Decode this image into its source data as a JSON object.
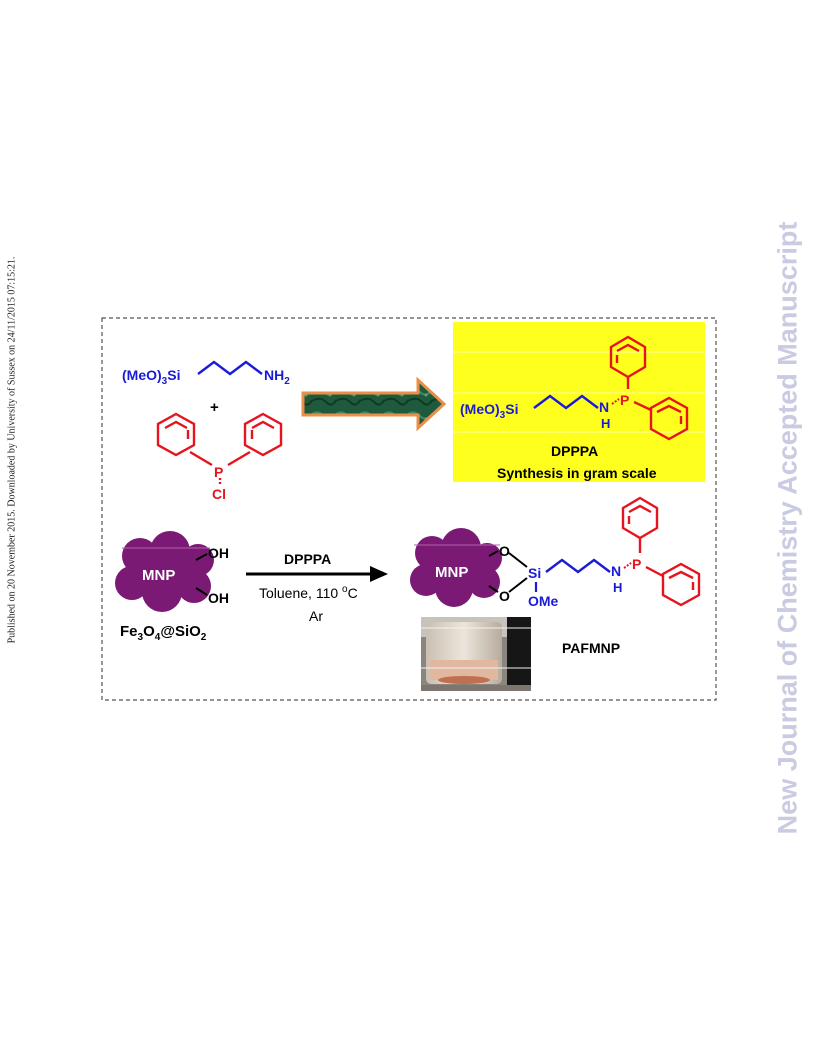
{
  "sidebar_left": "Published on 20 November 2015. Downloaded by University of Sussex on 24/11/2015 07:15:21.",
  "sidebar_right": "New Journal of Chemistry Accepted Manuscript",
  "scheme": {
    "reagent1_group": "(MeO)",
    "reagent1_sub": "3",
    "reagent1_si": "Si",
    "reagent1_nh": "NH",
    "reagent1_nh_sub": "2",
    "plus": "+",
    "reagent2_p": "P",
    "reagent2_cl": "Cl",
    "product_group": "(MeO)",
    "product_sub": "3",
    "product_si": "Si",
    "product_n": "N",
    "product_h": "H",
    "product_p": "P",
    "product_name": "DPPPA",
    "product_note": "Synthesis in gram scale",
    "mnp_label": "MNP",
    "oh1": "OH",
    "oh2": "OH",
    "support_fe": "Fe",
    "support_fe_sub": "3",
    "support_o": "O",
    "support_o_sub": "4",
    "support_at": "@SiO",
    "support_si_sub": "2",
    "reagent_step2": "DPPPA",
    "conditions_solvent": "Toluene,  110 ",
    "conditions_deg": "o",
    "conditions_unit": "C",
    "conditions_atm": "Ar",
    "final_mnp": "MNP",
    "final_o1": "O",
    "final_o2": "O",
    "final_si": "Si",
    "final_ome": "OMe",
    "final_n": "N",
    "final_h": "H",
    "final_p": "P",
    "final_name": "PAFMNP"
  },
  "colors": {
    "blue": "#1a1ad9",
    "red": "#e6141e",
    "purple": "#7a1a74",
    "highlight": "#ffff1e",
    "watermark": "#c9cbe2"
  }
}
